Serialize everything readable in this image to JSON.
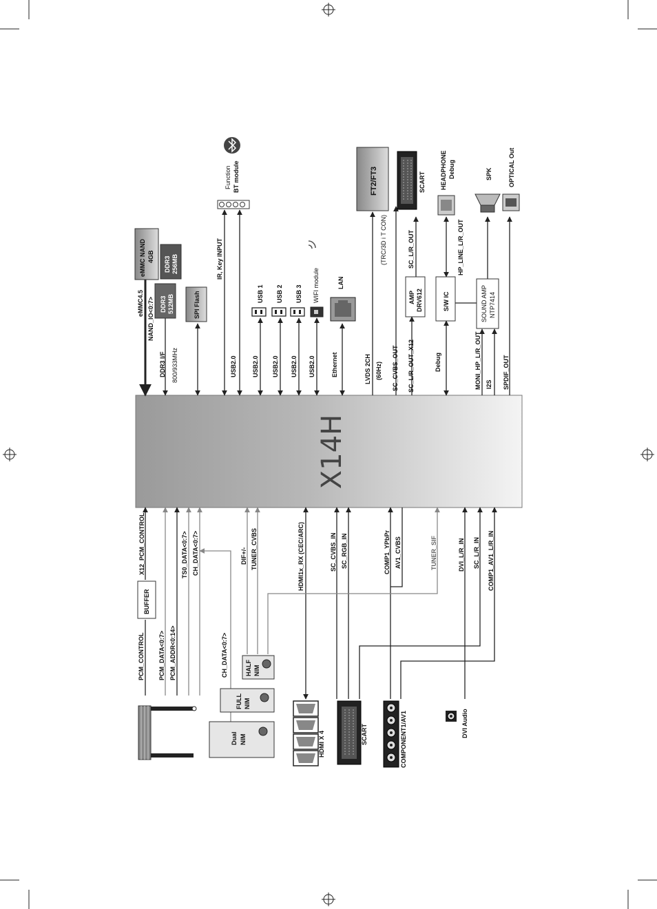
{
  "chip": {
    "name": "X14H"
  },
  "top_side": {
    "emmc": "eMMC4.5",
    "nand_io": "NAND_IO<0:7>",
    "emmc_nand": "eMMC NAND",
    "emmc_size": "4GB",
    "ddr3_if": "DDR3 I/F",
    "ddr3_speed": "800/933MHz",
    "ddr3_a_name": "DDR3",
    "ddr3_a_size": "512MB",
    "ddr3_b_name": "DDR3",
    "ddr3_b_size": "256MB",
    "spi_flash": "SPI Flash",
    "ir_key": "IR, Key INPUT",
    "function": "Function",
    "bt_module": "BT module",
    "usb20_a": "USB2.0",
    "usb20_b": "USB2.0",
    "usb20_c": "USB2.0",
    "usb20_d": "USB2.0",
    "usb20_e": "USB2.0",
    "usb1": "USB 1",
    "usb2": "USB 2",
    "usb3": "USB 3",
    "wifi": "WIFI module",
    "ethernet": "Ethernet",
    "lan": "LAN",
    "lvds": "LVDS 2CH",
    "lvds_hz": "(60Hz)",
    "trc": "(TRC/3D i T CON)",
    "ft": "FT2/FT3",
    "sc_cvbs_out": "SC_CVBS_OUT",
    "sc_lr_out_x12": "SC_L/R_OUT_X12",
    "amp": "AMP",
    "amp_part": "DRV612",
    "sc_lr_out": "SC_L/R_OUT",
    "scart": "SCART",
    "debug": "Debug",
    "swic": "S/W IC",
    "hp_line": "HP_LINE_L/R_OUT",
    "headphone": "HEADPHONE",
    "headphone_debug": "Debug",
    "moni_hp": "MONI_HP_L/R_OUT",
    "i2s": "I2S",
    "spdif": "SPDIF_OUT",
    "sound_amp": "SOUND AMP",
    "sound_amp_part": "NTP7414",
    "spk": "SPK",
    "optical": "OPTICAL Out"
  },
  "bottom_side": {
    "x12_pcm": "X12_PCM_CONTROL",
    "buffer": "BUFFER",
    "pcm_control": "PCM_CONTROL",
    "pcm_data": "PCM_DATA<0:7>",
    "pcm_addr": "PCM_ADDR<0:14>",
    "ts0_data": "TS0_DATA<0:7>",
    "ch_data_a": "CH_DATA<0:7>",
    "ch_data_b": "CH_DATA<0:7>",
    "dif": "DIF+/-",
    "tuner_cvbs": "TUNER_CVBS",
    "half_nim_a": "HALF",
    "half_nim_b": "NIM",
    "full_nim_a": "FULL",
    "full_nim_b": "NIM",
    "dual_nim_a": "Dual",
    "dual_nim_b": "NIM",
    "hdmi_rx": "HDMI1x_RX (CEC/ARC)",
    "hdmi_x4": "HDMI X 4",
    "sc_cvbs_in": "SC_CVBS_IN",
    "sc_rgb_in": "SC_RGB_IN",
    "scart_in": "SCART",
    "comp1": "COMP1_YPbPr",
    "av1_cvbs": "AV1_CVBS",
    "component": "COMPONENT1/AV1",
    "tuner_sif": "TUNER_SIF",
    "dvi_lr": "DVI_L/R_IN",
    "sc_lr_in": "SC_L/R_IN",
    "comp1_av1_lr": "COMP1_AV1_L/R_IN",
    "dvi_audio": "DVI Audio"
  },
  "colors": {
    "chip_dark": "#9a9a9a",
    "chip_light": "#f4f4f4",
    "dark_box": "#555555",
    "gray_line": "#888888"
  }
}
